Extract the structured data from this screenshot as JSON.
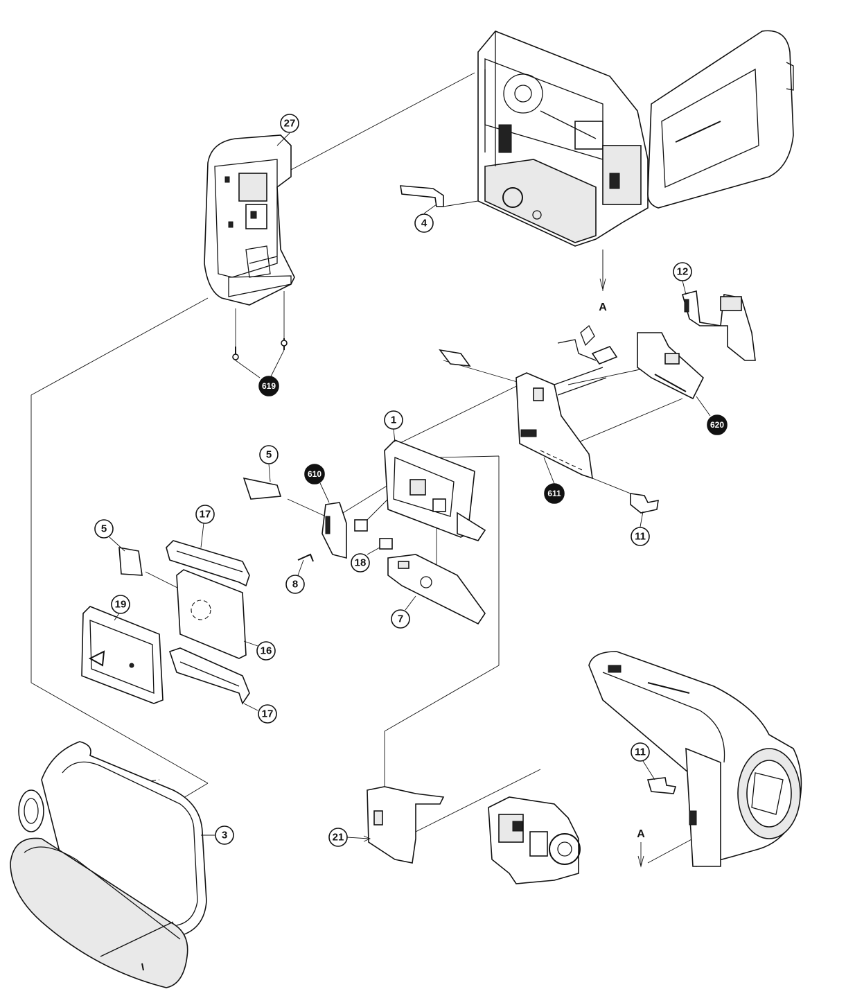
{
  "callouts": [
    {
      "id": "c27",
      "label": "27",
      "style": "outline"
    },
    {
      "id": "c4",
      "label": "4",
      "style": "outline"
    },
    {
      "id": "c12",
      "label": "12",
      "style": "outline"
    },
    {
      "id": "c619",
      "label": "619",
      "style": "filled"
    },
    {
      "id": "c620",
      "label": "620",
      "style": "filled"
    },
    {
      "id": "c1",
      "label": "1",
      "style": "outline"
    },
    {
      "id": "c5a",
      "label": "5",
      "style": "outline"
    },
    {
      "id": "c610",
      "label": "610",
      "style": "filled"
    },
    {
      "id": "c611",
      "label": "611",
      "style": "filled"
    },
    {
      "id": "c17a",
      "label": "17",
      "style": "outline"
    },
    {
      "id": "c5b",
      "label": "5",
      "style": "outline"
    },
    {
      "id": "c18",
      "label": "18",
      "style": "outline"
    },
    {
      "id": "c11a",
      "label": "11",
      "style": "outline"
    },
    {
      "id": "c8",
      "label": "8",
      "style": "outline"
    },
    {
      "id": "c7",
      "label": "7",
      "style": "outline"
    },
    {
      "id": "c19",
      "label": "19",
      "style": "outline"
    },
    {
      "id": "c16",
      "label": "16",
      "style": "outline"
    },
    {
      "id": "c17b",
      "label": "17",
      "style": "outline"
    },
    {
      "id": "c11b",
      "label": "11",
      "style": "outline"
    },
    {
      "id": "c3",
      "label": "3",
      "style": "outline"
    },
    {
      "id": "c21",
      "label": "21",
      "style": "outline"
    }
  ],
  "reference_marks": {
    "top": "A",
    "bottom": "A"
  }
}
